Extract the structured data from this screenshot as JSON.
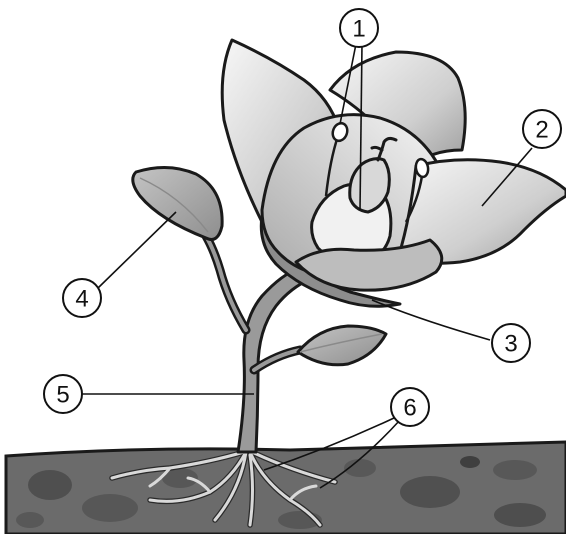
{
  "labels": [
    {
      "number": "1",
      "part": "pistil-and-stamens"
    },
    {
      "number": "2",
      "part": "petal"
    },
    {
      "number": "3",
      "part": "sepal"
    },
    {
      "number": "4",
      "part": "leaf"
    },
    {
      "number": "5",
      "part": "stem"
    },
    {
      "number": "6",
      "part": "roots"
    }
  ],
  "colors": {
    "soil": "#6b6b6b",
    "soil_spots": "#4f4f4f",
    "petal_light": "#f4f4f4",
    "petal_shade": "#a8a8a8",
    "leaf": "#a6a6a6",
    "stem": "#9a9a9a",
    "outline": "#1a1a1a"
  }
}
